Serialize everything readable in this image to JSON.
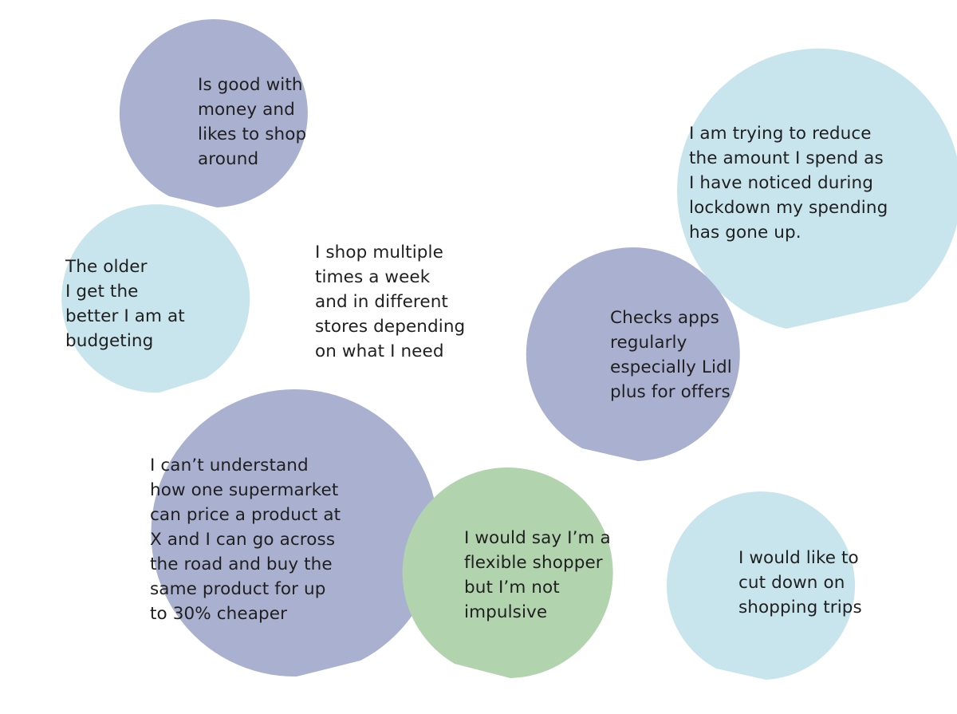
{
  "colors": {
    "purple": "#aab0cf",
    "blue": "#c8e4ec",
    "green": "#b1d4ae",
    "text": "#1f1f1f"
  },
  "bubbles": [
    {
      "id": "good-with-money",
      "color": "purple",
      "lines": [
        "Is good with",
        "money and",
        "likes to shop",
        "around"
      ]
    },
    {
      "id": "reduce-spending",
      "color": "blue",
      "lines": [
        "I am trying to reduce",
        "the amount I spend as",
        "I have noticed during",
        "lockdown my spending",
        "has gone up."
      ]
    },
    {
      "id": "older-budgeting",
      "color": "blue",
      "lines": [
        "The older",
        "I get the",
        "better I am at",
        "budgeting"
      ]
    },
    {
      "id": "shop-multiple-times",
      "color": "green",
      "lines": [
        "I shop multiple",
        "times a week",
        "and in different",
        "stores depending",
        "on what I need"
      ]
    },
    {
      "id": "checks-apps",
      "color": "purple",
      "lines": [
        "Checks apps",
        "regularly",
        "especially Lidl",
        "plus for offers"
      ]
    },
    {
      "id": "supermarket-price",
      "color": "purple",
      "lines": [
        "I can’t understand",
        "how one supermarket",
        "can price a product at",
        "X and I can go across",
        "the road and buy the",
        "same product for up",
        "to 30% cheaper"
      ]
    },
    {
      "id": "flexible-shopper",
      "color": "green",
      "lines": [
        "I would say I’m a",
        "flexible shopper",
        "but I’m not",
        "impulsive"
      ]
    },
    {
      "id": "cut-down-trips",
      "color": "blue",
      "lines": [
        "I would like to",
        "cut down on",
        "shopping trips"
      ]
    }
  ]
}
